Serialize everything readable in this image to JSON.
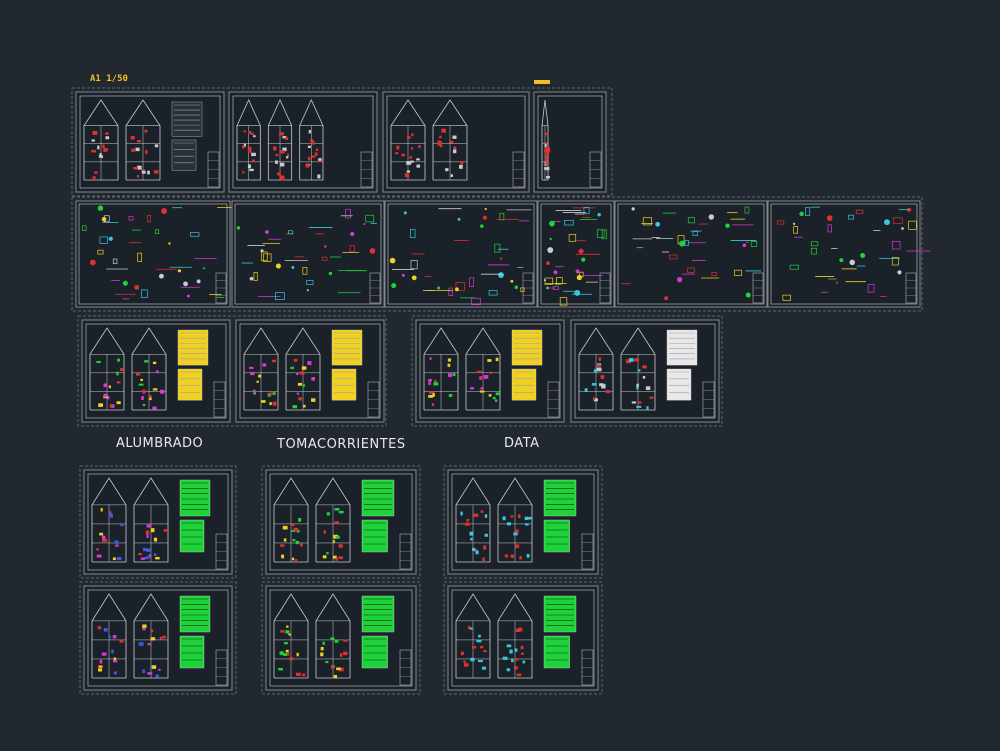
{
  "drawing": {
    "scale_label": "A1 1/50",
    "background": "#212830",
    "colors": {
      "sheet_border": "#7f8790",
      "outer_dash": "#5c646c",
      "inner_white": "#c8ccd0",
      "red": "#e23030",
      "yellow": "#f0d020",
      "green": "#1fd23a",
      "cyan": "#38c8e0",
      "magenta": "#d838d8",
      "blue": "#3a5be8",
      "grey": "#9aa0a8"
    }
  },
  "section_labels": {
    "alumbrado": "ALUMBRADO",
    "tomacorrientes": "TOMACORRIENTES",
    "data": "DATA"
  },
  "sheet_groups": [
    {
      "name": "architecture-row",
      "sheet_count": 4
    },
    {
      "name": "structure-row",
      "sheet_count": 6
    },
    {
      "name": "electrical-row",
      "sheet_count": 4
    },
    {
      "name": "sanitary-grid",
      "sheet_count": 6
    }
  ]
}
